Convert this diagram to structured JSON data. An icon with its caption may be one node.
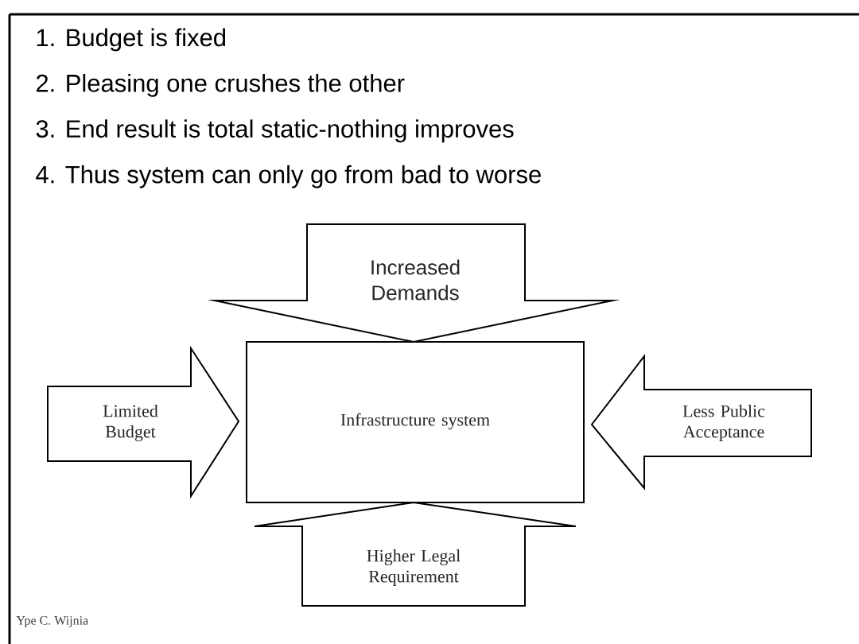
{
  "diagram": {
    "nodes": [
      {
        "text": [
          "Increased Demands"
        ]
      },
      {
        "text": [
          "Limited Budget"
        ]
      },
      {
        "text": [
          "Infrastructure system"
        ]
      },
      {
        "text": [
          "Less Public Acceptance"
        ]
      },
      {
        "text": [
          "Higher Legal Requirement"
        ]
      }
    ],
    "labels": [
      "1. Budget is fixed",
      "2. Pleasing one crushes the other",
      "3. End result is total static-nothing improves",
      "4. Thus system can only go from bad to worse",
      "Ype C. Wijnia"
    ]
  }
}
